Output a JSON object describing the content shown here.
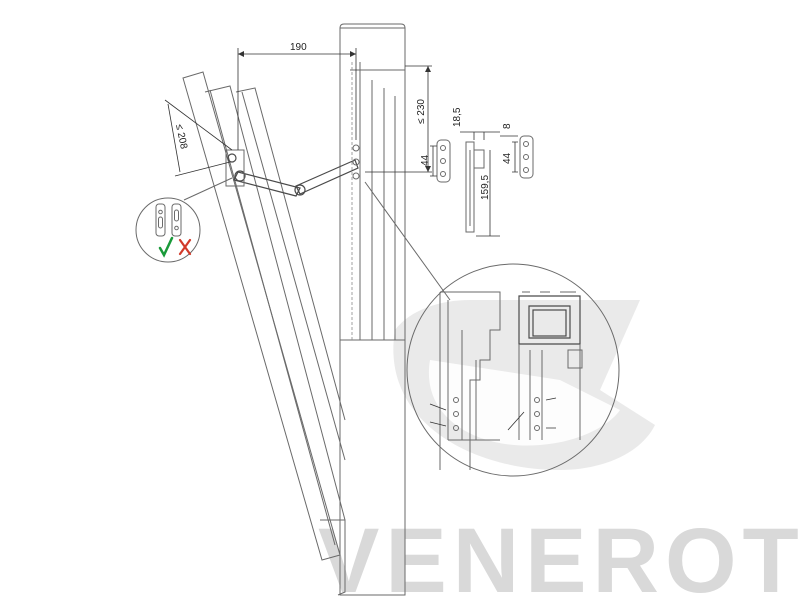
{
  "dimensions": {
    "width_arm": "190",
    "max_height": "≤ 230",
    "max_slant": "≤ 208",
    "hole_pitch_left": "44",
    "hole_pitch_right": "44",
    "offset_a": "18,5",
    "offset_b": "8",
    "arm_length": "159,5"
  },
  "detail": {
    "correct_icon": "checkmark-icon",
    "wrong_icon": "cross-icon",
    "correct_color": "#1a9a3a",
    "wrong_color": "#d23a2a"
  },
  "watermark": {
    "brand": "VENEROTA",
    "color": "#d9d9d9"
  }
}
